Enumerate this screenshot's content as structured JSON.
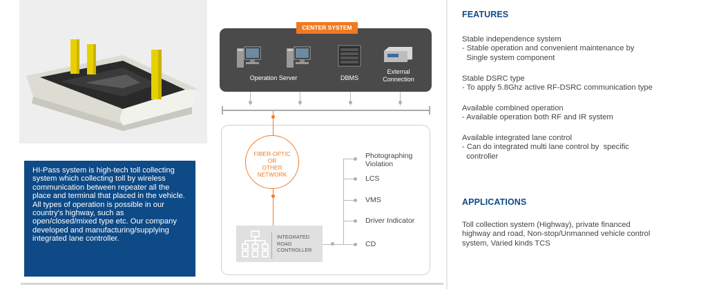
{
  "diagram": {
    "center_title": "CENTER SYSTEM",
    "components": [
      {
        "label": "Operation Server",
        "icon": "server-icon"
      },
      {
        "label": "DBMS",
        "icon": "dbms-icon"
      },
      {
        "label": "External Connection",
        "icon": "external-device-icon"
      }
    ],
    "network": {
      "line1": "FIBER-OPTIC",
      "line2": "OR",
      "line3": "OTHER",
      "line4": "NETWORK"
    },
    "controller": {
      "line1": "INTEGRATED",
      "line2": "ROAD",
      "line3": "CONTROLLER"
    },
    "branches": [
      "Photographing Violation",
      "LCS",
      "VMS",
      "Driver Indicator",
      "CD"
    ],
    "colors": {
      "accent": "#f07a23",
      "dark_panel": "#4a4a4a",
      "blue": "#0e4a86"
    }
  },
  "info_text": "HI-Pass system is high-tech toll collecting system which collecting toll by wireless communication between repeater all the place and terminal that placed in the vehicle. All types of operation is possible in our country's highway, such as open/closed/mixed type etc. Our company developed and manufacturing/supplying integrated lane controller.",
  "features": {
    "title": "FEATURES",
    "items": [
      {
        "heading": "Stable independence system",
        "lines": [
          "- Stable operation and convenient maintenance by",
          "  Single system component"
        ]
      },
      {
        "heading": "Stable DSRC type",
        "lines": [
          "- To apply 5.8Ghz active RF-DSRC communication type"
        ]
      },
      {
        "heading": "Available combined operation",
        "lines": [
          "- Available operation both RF and IR system"
        ]
      },
      {
        "heading": "Available integrated lane control",
        "lines": [
          "- Can do integrated multi lane control by  specific",
          "  controller"
        ]
      }
    ]
  },
  "applications": {
    "title": "APPLICATIONS",
    "text_lines": [
      "Toll collection system (Highway), private financed",
      "highway and road, Non-stop/Unmanned vehicle control",
      "system, Varied kinds TCS"
    ]
  }
}
